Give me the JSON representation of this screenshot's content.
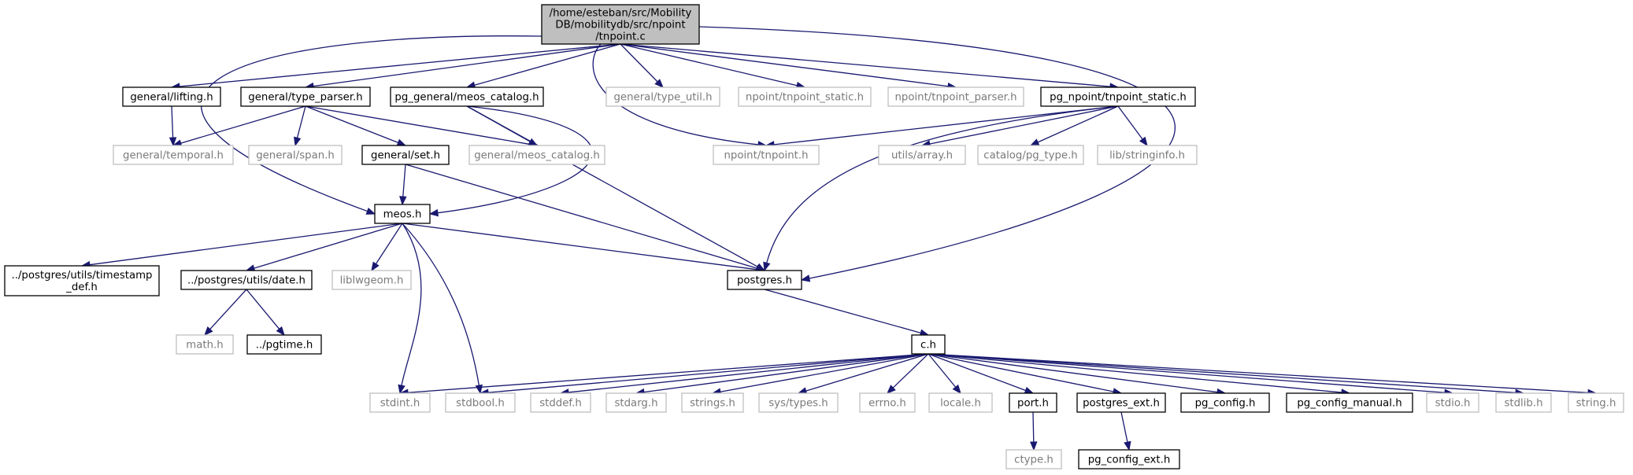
{
  "nodes": {
    "root": {
      "lines": [
        "/home/esteban/src/Mobility",
        "DB/mobilitydb/src/npoint",
        "/tnpoint.c"
      ],
      "style": "root"
    },
    "lifting": {
      "lines": [
        "general/lifting.h"
      ],
      "style": "solid"
    },
    "type_parser": {
      "lines": [
        "general/type_parser.h"
      ],
      "style": "solid"
    },
    "pg_meos_catalog": {
      "lines": [
        "pg_general/meos_catalog.h"
      ],
      "style": "solid"
    },
    "type_util": {
      "lines": [
        "general/type_util.h"
      ],
      "style": "gray"
    },
    "tnpoint_static_gray": {
      "lines": [
        "npoint/tnpoint_static.h"
      ],
      "style": "gray"
    },
    "tnpoint_parser": {
      "lines": [
        "npoint/tnpoint_parser.h"
      ],
      "style": "gray"
    },
    "pg_tnpoint_static": {
      "lines": [
        "pg_npoint/tnpoint_static.h"
      ],
      "style": "solid"
    },
    "temporal": {
      "lines": [
        "general/temporal.h"
      ],
      "style": "gray"
    },
    "span": {
      "lines": [
        "general/span.h"
      ],
      "style": "gray"
    },
    "set": {
      "lines": [
        "general/set.h"
      ],
      "style": "solid"
    },
    "meos_catalog": {
      "lines": [
        "general/meos_catalog.h"
      ],
      "style": "gray"
    },
    "tnpoint_h": {
      "lines": [
        "npoint/tnpoint.h"
      ],
      "style": "gray"
    },
    "array": {
      "lines": [
        "utils/array.h"
      ],
      "style": "gray"
    },
    "pg_type": {
      "lines": [
        "catalog/pg_type.h"
      ],
      "style": "gray"
    },
    "stringinfo": {
      "lines": [
        "lib/stringinfo.h"
      ],
      "style": "gray"
    },
    "meos": {
      "lines": [
        "meos.h"
      ],
      "style": "solid"
    },
    "timestamp_def": {
      "lines": [
        "../postgres/utils/timestamp",
        "_def.h"
      ],
      "style": "solid"
    },
    "date": {
      "lines": [
        "../postgres/utils/date.h"
      ],
      "style": "solid"
    },
    "liblwgeom": {
      "lines": [
        "liblwgeom.h"
      ],
      "style": "gray"
    },
    "postgres": {
      "lines": [
        "postgres.h"
      ],
      "style": "solid"
    },
    "math": {
      "lines": [
        "math.h"
      ],
      "style": "gray"
    },
    "pgtime": {
      "lines": [
        "../pgtime.h"
      ],
      "style": "solid"
    },
    "c": {
      "lines": [
        "c.h"
      ],
      "style": "solid"
    },
    "stdint": {
      "lines": [
        "stdint.h"
      ],
      "style": "gray"
    },
    "stdbool": {
      "lines": [
        "stdbool.h"
      ],
      "style": "gray"
    },
    "stddef": {
      "lines": [
        "stddef.h"
      ],
      "style": "gray"
    },
    "stdarg": {
      "lines": [
        "stdarg.h"
      ],
      "style": "gray"
    },
    "strings": {
      "lines": [
        "strings.h"
      ],
      "style": "gray"
    },
    "systypes": {
      "lines": [
        "sys/types.h"
      ],
      "style": "gray"
    },
    "errno": {
      "lines": [
        "errno.h"
      ],
      "style": "gray"
    },
    "locale": {
      "lines": [
        "locale.h"
      ],
      "style": "gray"
    },
    "port": {
      "lines": [
        "port.h"
      ],
      "style": "solid"
    },
    "postgres_ext": {
      "lines": [
        "postgres_ext.h"
      ],
      "style": "solid"
    },
    "pg_config": {
      "lines": [
        "pg_config.h"
      ],
      "style": "solid"
    },
    "pg_config_manual": {
      "lines": [
        "pg_config_manual.h"
      ],
      "style": "solid"
    },
    "stdio": {
      "lines": [
        "stdio.h"
      ],
      "style": "gray"
    },
    "stdlib": {
      "lines": [
        "stdlib.h"
      ],
      "style": "gray"
    },
    "string": {
      "lines": [
        "string.h"
      ],
      "style": "gray"
    },
    "ctype": {
      "lines": [
        "ctype.h"
      ],
      "style": "gray"
    },
    "pg_config_ext": {
      "lines": [
        "pg_config_ext.h"
      ],
      "style": "solid"
    }
  },
  "edges": [
    [
      "root",
      "lifting"
    ],
    [
      "root",
      "type_parser"
    ],
    [
      "root",
      "pg_meos_catalog"
    ],
    [
      "root",
      "type_util"
    ],
    [
      "root",
      "tnpoint_static_gray"
    ],
    [
      "root",
      "tnpoint_parser"
    ],
    [
      "root",
      "pg_tnpoint_static"
    ],
    [
      "root",
      "meos"
    ],
    [
      "root",
      "tnpoint_h"
    ],
    [
      "root",
      "postgres"
    ],
    [
      "lifting",
      "temporal"
    ],
    [
      "type_parser",
      "temporal"
    ],
    [
      "type_parser",
      "span"
    ],
    [
      "type_parser",
      "set"
    ],
    [
      "type_parser",
      "meos_catalog"
    ],
    [
      "pg_meos_catalog",
      "meos_catalog"
    ],
    [
      "pg_meos_catalog",
      "meos"
    ],
    [
      "pg_meos_catalog",
      "postgres"
    ],
    [
      "pg_tnpoint_static",
      "tnpoint_h"
    ],
    [
      "pg_tnpoint_static",
      "array"
    ],
    [
      "pg_tnpoint_static",
      "pg_type"
    ],
    [
      "pg_tnpoint_static",
      "stringinfo"
    ],
    [
      "pg_tnpoint_static",
      "postgres"
    ],
    [
      "set",
      "meos"
    ],
    [
      "set",
      "postgres"
    ],
    [
      "meos",
      "timestamp_def"
    ],
    [
      "meos",
      "date"
    ],
    [
      "meos",
      "liblwgeom"
    ],
    [
      "meos",
      "postgres"
    ],
    [
      "meos",
      "stdint"
    ],
    [
      "meos",
      "stdbool"
    ],
    [
      "date",
      "math"
    ],
    [
      "date",
      "pgtime"
    ],
    [
      "postgres",
      "c"
    ],
    [
      "c",
      "stdint"
    ],
    [
      "c",
      "stdbool"
    ],
    [
      "c",
      "stddef"
    ],
    [
      "c",
      "stdarg"
    ],
    [
      "c",
      "strings"
    ],
    [
      "c",
      "systypes"
    ],
    [
      "c",
      "errno"
    ],
    [
      "c",
      "locale"
    ],
    [
      "c",
      "port"
    ],
    [
      "c",
      "postgres_ext"
    ],
    [
      "c",
      "pg_config"
    ],
    [
      "c",
      "pg_config_manual"
    ],
    [
      "c",
      "stdio"
    ],
    [
      "c",
      "stdlib"
    ],
    [
      "c",
      "string"
    ],
    [
      "port",
      "ctype"
    ],
    [
      "postgres_ext",
      "pg_config_ext"
    ]
  ]
}
